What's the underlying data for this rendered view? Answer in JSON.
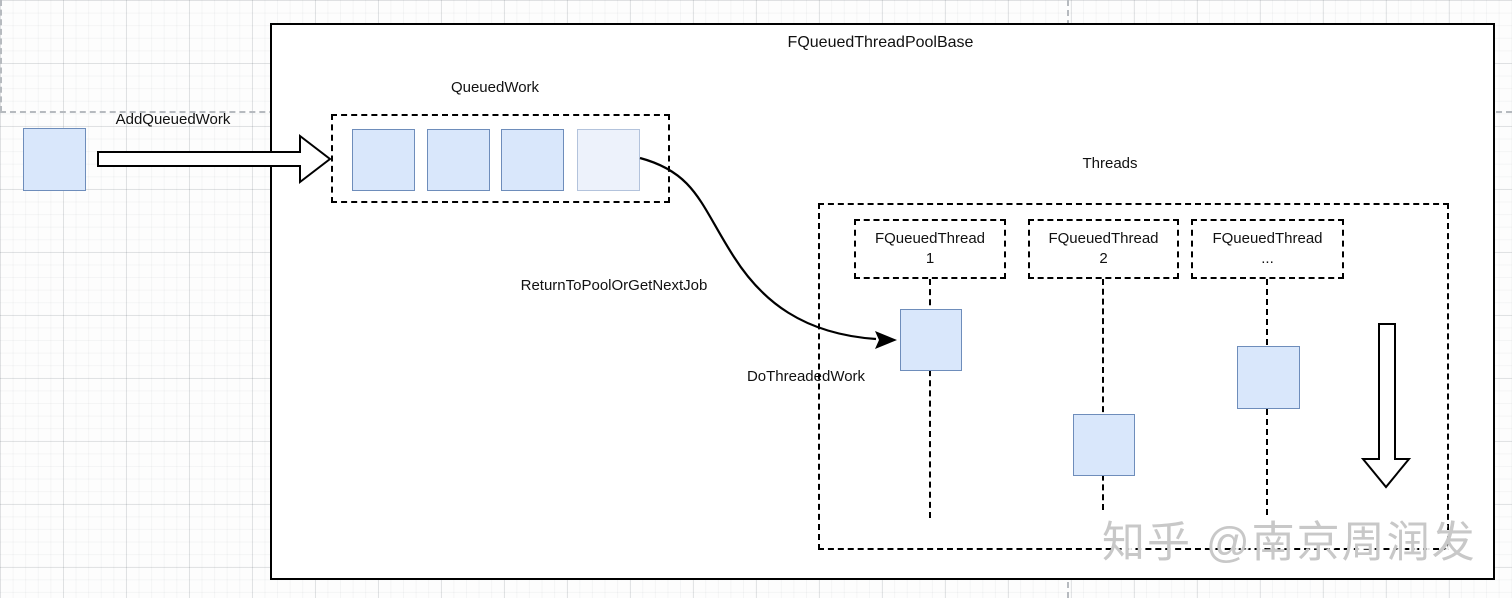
{
  "pool": {
    "title": "FQueuedThreadPoolBase"
  },
  "labels": {
    "add_queued_work": "AddQueuedWork",
    "queued_work": "QueuedWork",
    "return_to_pool_or_get_next_job": "ReturnToPoolOrGetNextJob",
    "do_threaded_work": "DoThreadedWork",
    "threads": "Threads"
  },
  "threads": [
    {
      "line1": "FQueuedThread",
      "line2": "1"
    },
    {
      "line1": "FQueuedThread",
      "line2": "2"
    },
    {
      "line1": "FQueuedThread",
      "line2": "..."
    }
  ],
  "colors": {
    "node_fill": "#d9e7fb",
    "node_border": "#6e8dbb",
    "faded_node_fill": "#edf2fb",
    "faded_node_border": "#b3c3dc",
    "watermark": "#c8c8c8"
  },
  "watermark": {
    "text": "知乎 @南京周润发"
  }
}
